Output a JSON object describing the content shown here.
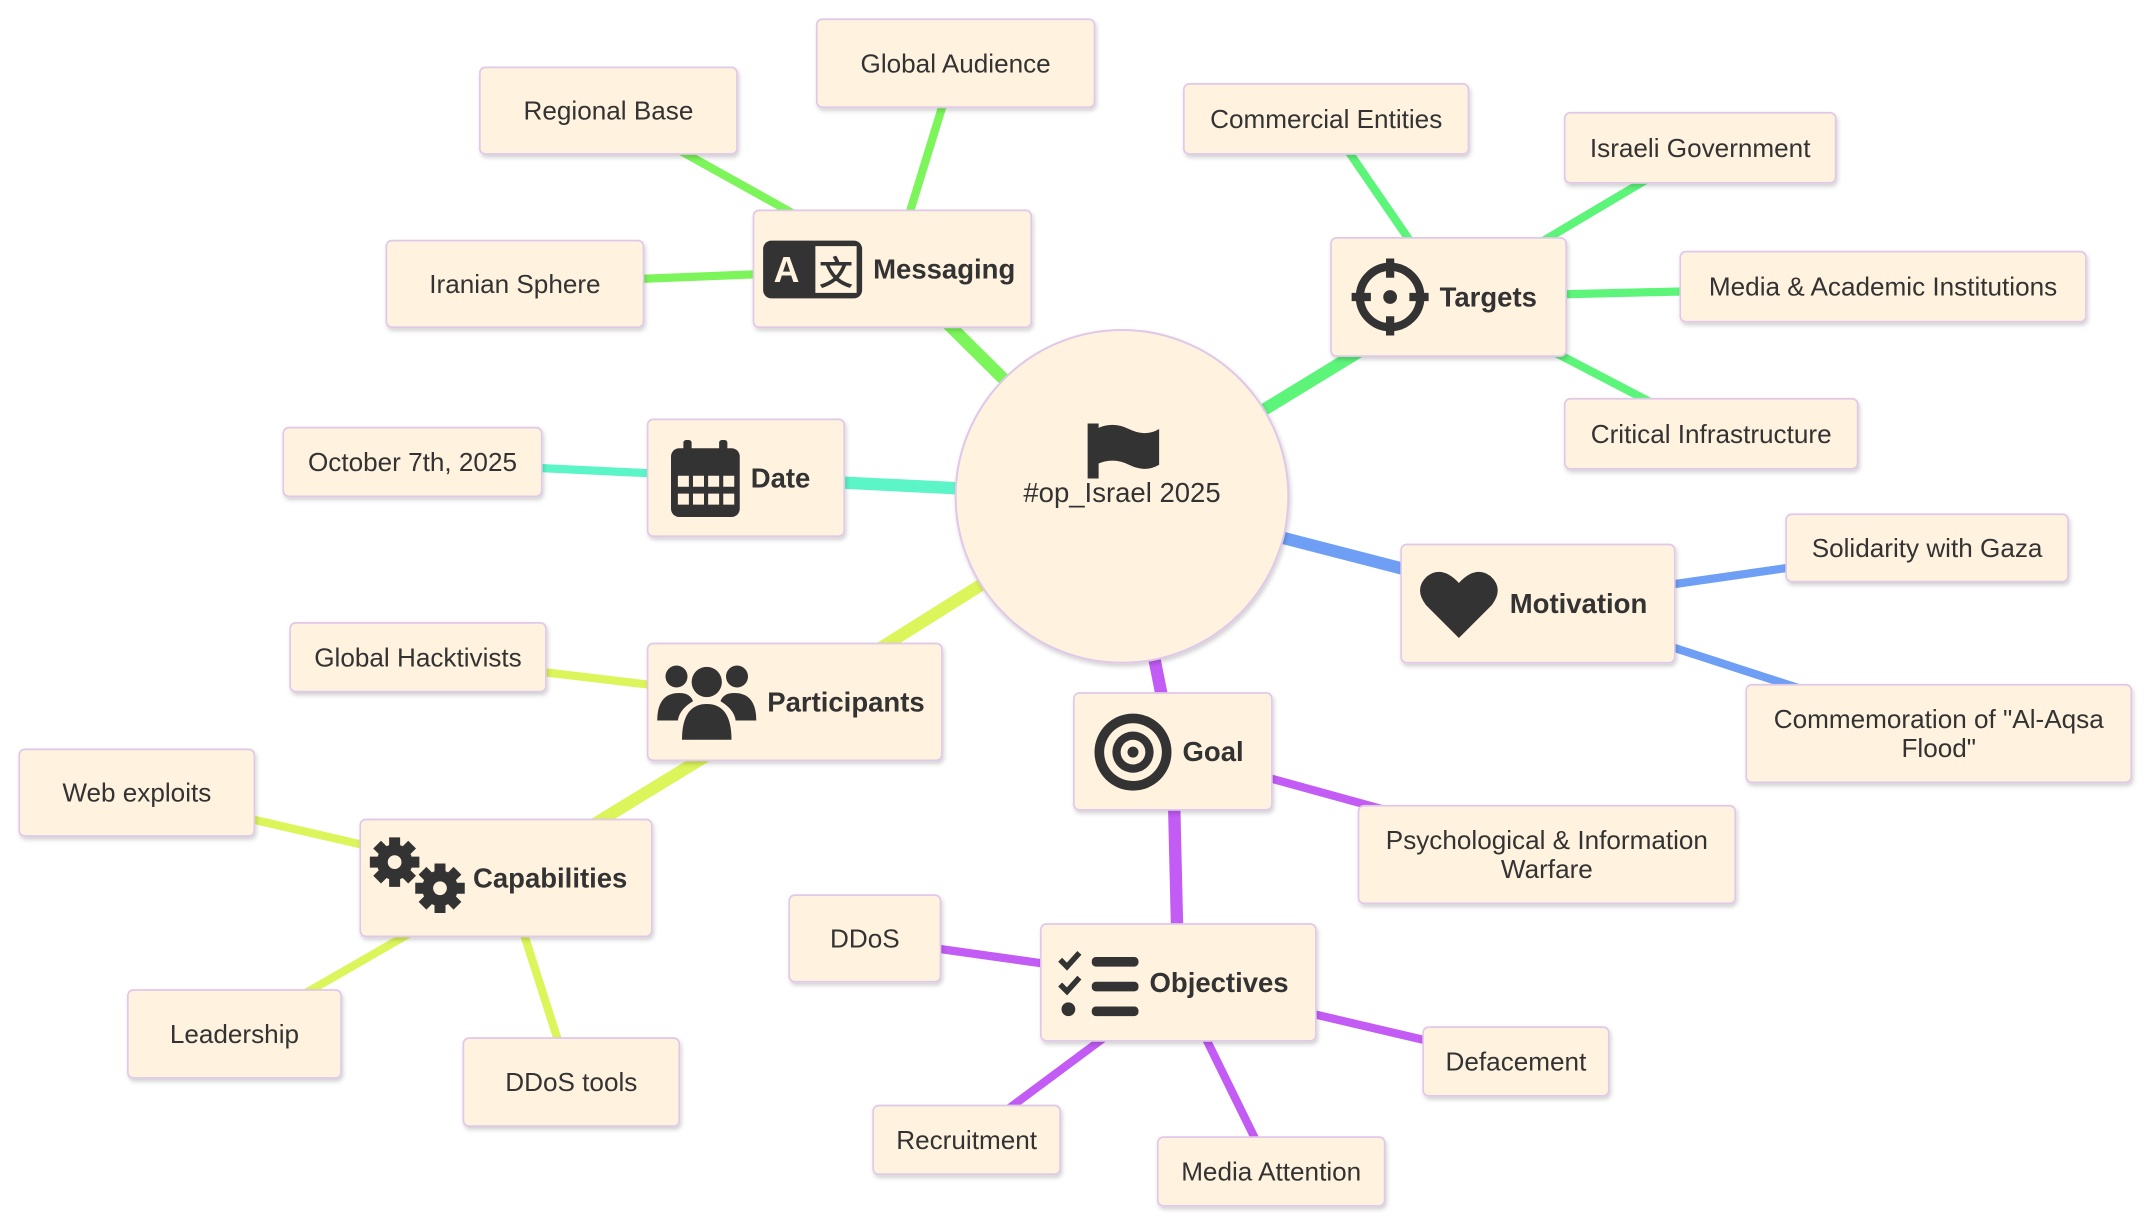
{
  "root": {
    "label": "#op_Israel 2025",
    "icon": "flag-icon"
  },
  "colors": {
    "node_fill": "#fff3df",
    "node_border": "#e0c8e8",
    "icon": "#333333",
    "messaging": "#7cf55a",
    "targets": "#5cf57a",
    "date": "#5cf5c8",
    "motivation": "#6f9ff5",
    "participants": "#dcf55a",
    "goal": "#c25cf5"
  },
  "branches": {
    "messaging": {
      "label": "Messaging",
      "icon": "translate-icon",
      "children": [
        "Regional Base",
        "Global Audience",
        "Iranian Sphere"
      ]
    },
    "date": {
      "label": "Date",
      "icon": "calendar-icon",
      "children": [
        "October 7th, 2025"
      ]
    },
    "participants": {
      "label": "Participants",
      "icon": "users-icon",
      "children": [
        "Global Hacktivists"
      ]
    },
    "capabilities": {
      "label": "Capabilities",
      "icon": "gears-icon",
      "children": [
        "Web exploits",
        "Leadership",
        "DDoS tools"
      ]
    },
    "targets": {
      "label": "Targets",
      "icon": "crosshairs-icon",
      "children": [
        "Commercial Entities",
        "Israeli Government",
        "Media & Academic Institutions",
        "Critical Infrastructure"
      ]
    },
    "motivation": {
      "label": "Motivation",
      "icon": "heart-icon",
      "children": [
        "Solidarity with Gaza",
        "Commemoration of \"Al-Aqsa\nFlood\""
      ]
    },
    "goal": {
      "label": "Goal",
      "icon": "bullseye-icon",
      "children": [
        "Psychological & Information\nWarfare"
      ]
    },
    "objectives": {
      "label": "Objectives",
      "icon": "list-check-icon",
      "children": [
        "DDoS",
        "Defacement",
        "Recruitment",
        "Media Attention"
      ]
    }
  }
}
